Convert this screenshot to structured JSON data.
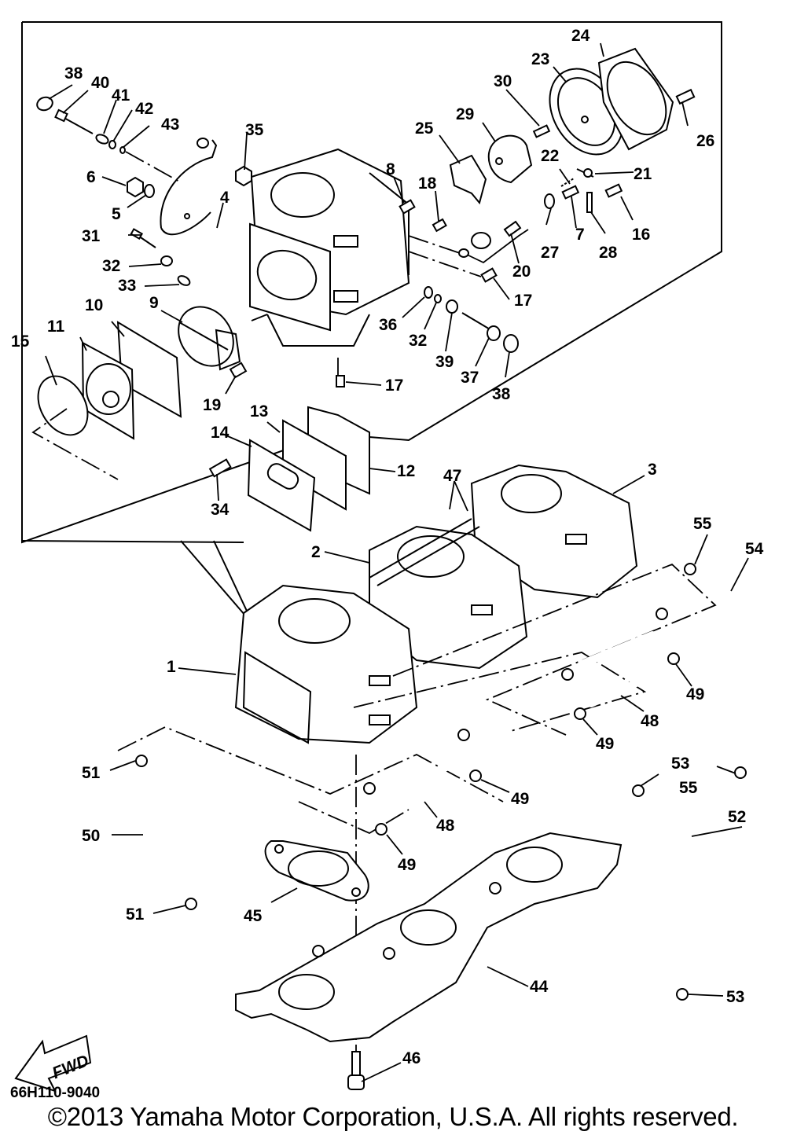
{
  "diagram": {
    "title": "Yamaha carburetor assembly exploded parts diagram",
    "drawing_code": "66H110-9040",
    "direction_marker": "FWD",
    "copyright": "©2013 Yamaha Motor Corporation, U.S.A. All rights reserved.",
    "callouts": {
      "c1": "1",
      "c2": "2",
      "c3": "3",
      "c4": "4",
      "c5": "5",
      "c6": "6",
      "c7": "7",
      "c8": "8",
      "c9": "9",
      "c10": "10",
      "c11": "11",
      "c12": "12",
      "c13": "13",
      "c14": "14",
      "c15": "15",
      "c16": "16",
      "c17a": "17",
      "c17b": "17",
      "c18": "18",
      "c19": "19",
      "c20": "20",
      "c21": "21",
      "c22": "22",
      "c23": "23",
      "c24": "24",
      "c25": "25",
      "c26": "26",
      "c27": "27",
      "c28": "28",
      "c29": "29",
      "c30": "30",
      "c31": "31",
      "c32a": "32",
      "c32b": "32",
      "c33": "33",
      "c34": "34",
      "c35": "35",
      "c36": "36",
      "c37": "37",
      "c38a": "38",
      "c38b": "38",
      "c39": "39",
      "c40": "40",
      "c41": "41",
      "c42": "42",
      "c43": "43",
      "c44": "44",
      "c45": "45",
      "c46": "46",
      "c47": "47",
      "c48a": "48",
      "c48b": "48",
      "c49a": "49",
      "c49b": "49",
      "c49c": "49",
      "c49d": "49",
      "c50": "50",
      "c51a": "51",
      "c51b": "51",
      "c52": "52",
      "c53a": "53",
      "c53b": "53",
      "c54": "54",
      "c55a": "55",
      "c55b": "55"
    }
  }
}
